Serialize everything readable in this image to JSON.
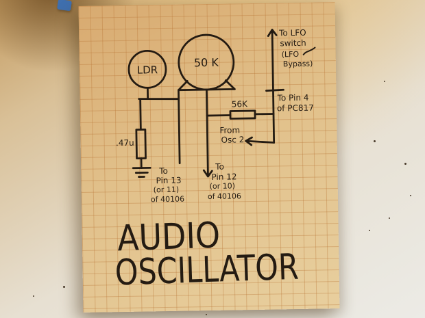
{
  "title": {
    "line1": "AUDIO",
    "line2": "OSCILLATOR"
  },
  "components": {
    "ldr": "LDR",
    "potentiometer": "50 K",
    "resistor": "56K",
    "capacitor": ".47u"
  },
  "annotations": {
    "lfo": [
      "To LFO",
      "switch",
      "(LFO",
      "Bypass)"
    ],
    "pc817": [
      "To Pin 4",
      "of PC817"
    ],
    "osc2": [
      "From",
      "Osc 2"
    ],
    "pin13": [
      "To",
      "Pin 13",
      "(or 11)",
      "of 40106"
    ],
    "pin12": [
      "To",
      "Pin 12",
      "(or 10)",
      "of 40106"
    ]
  },
  "colors": {
    "paper": "#e1c08a",
    "grid_line": "#b97637",
    "ink": "#241b12",
    "desk": "#e7e0d2"
  }
}
